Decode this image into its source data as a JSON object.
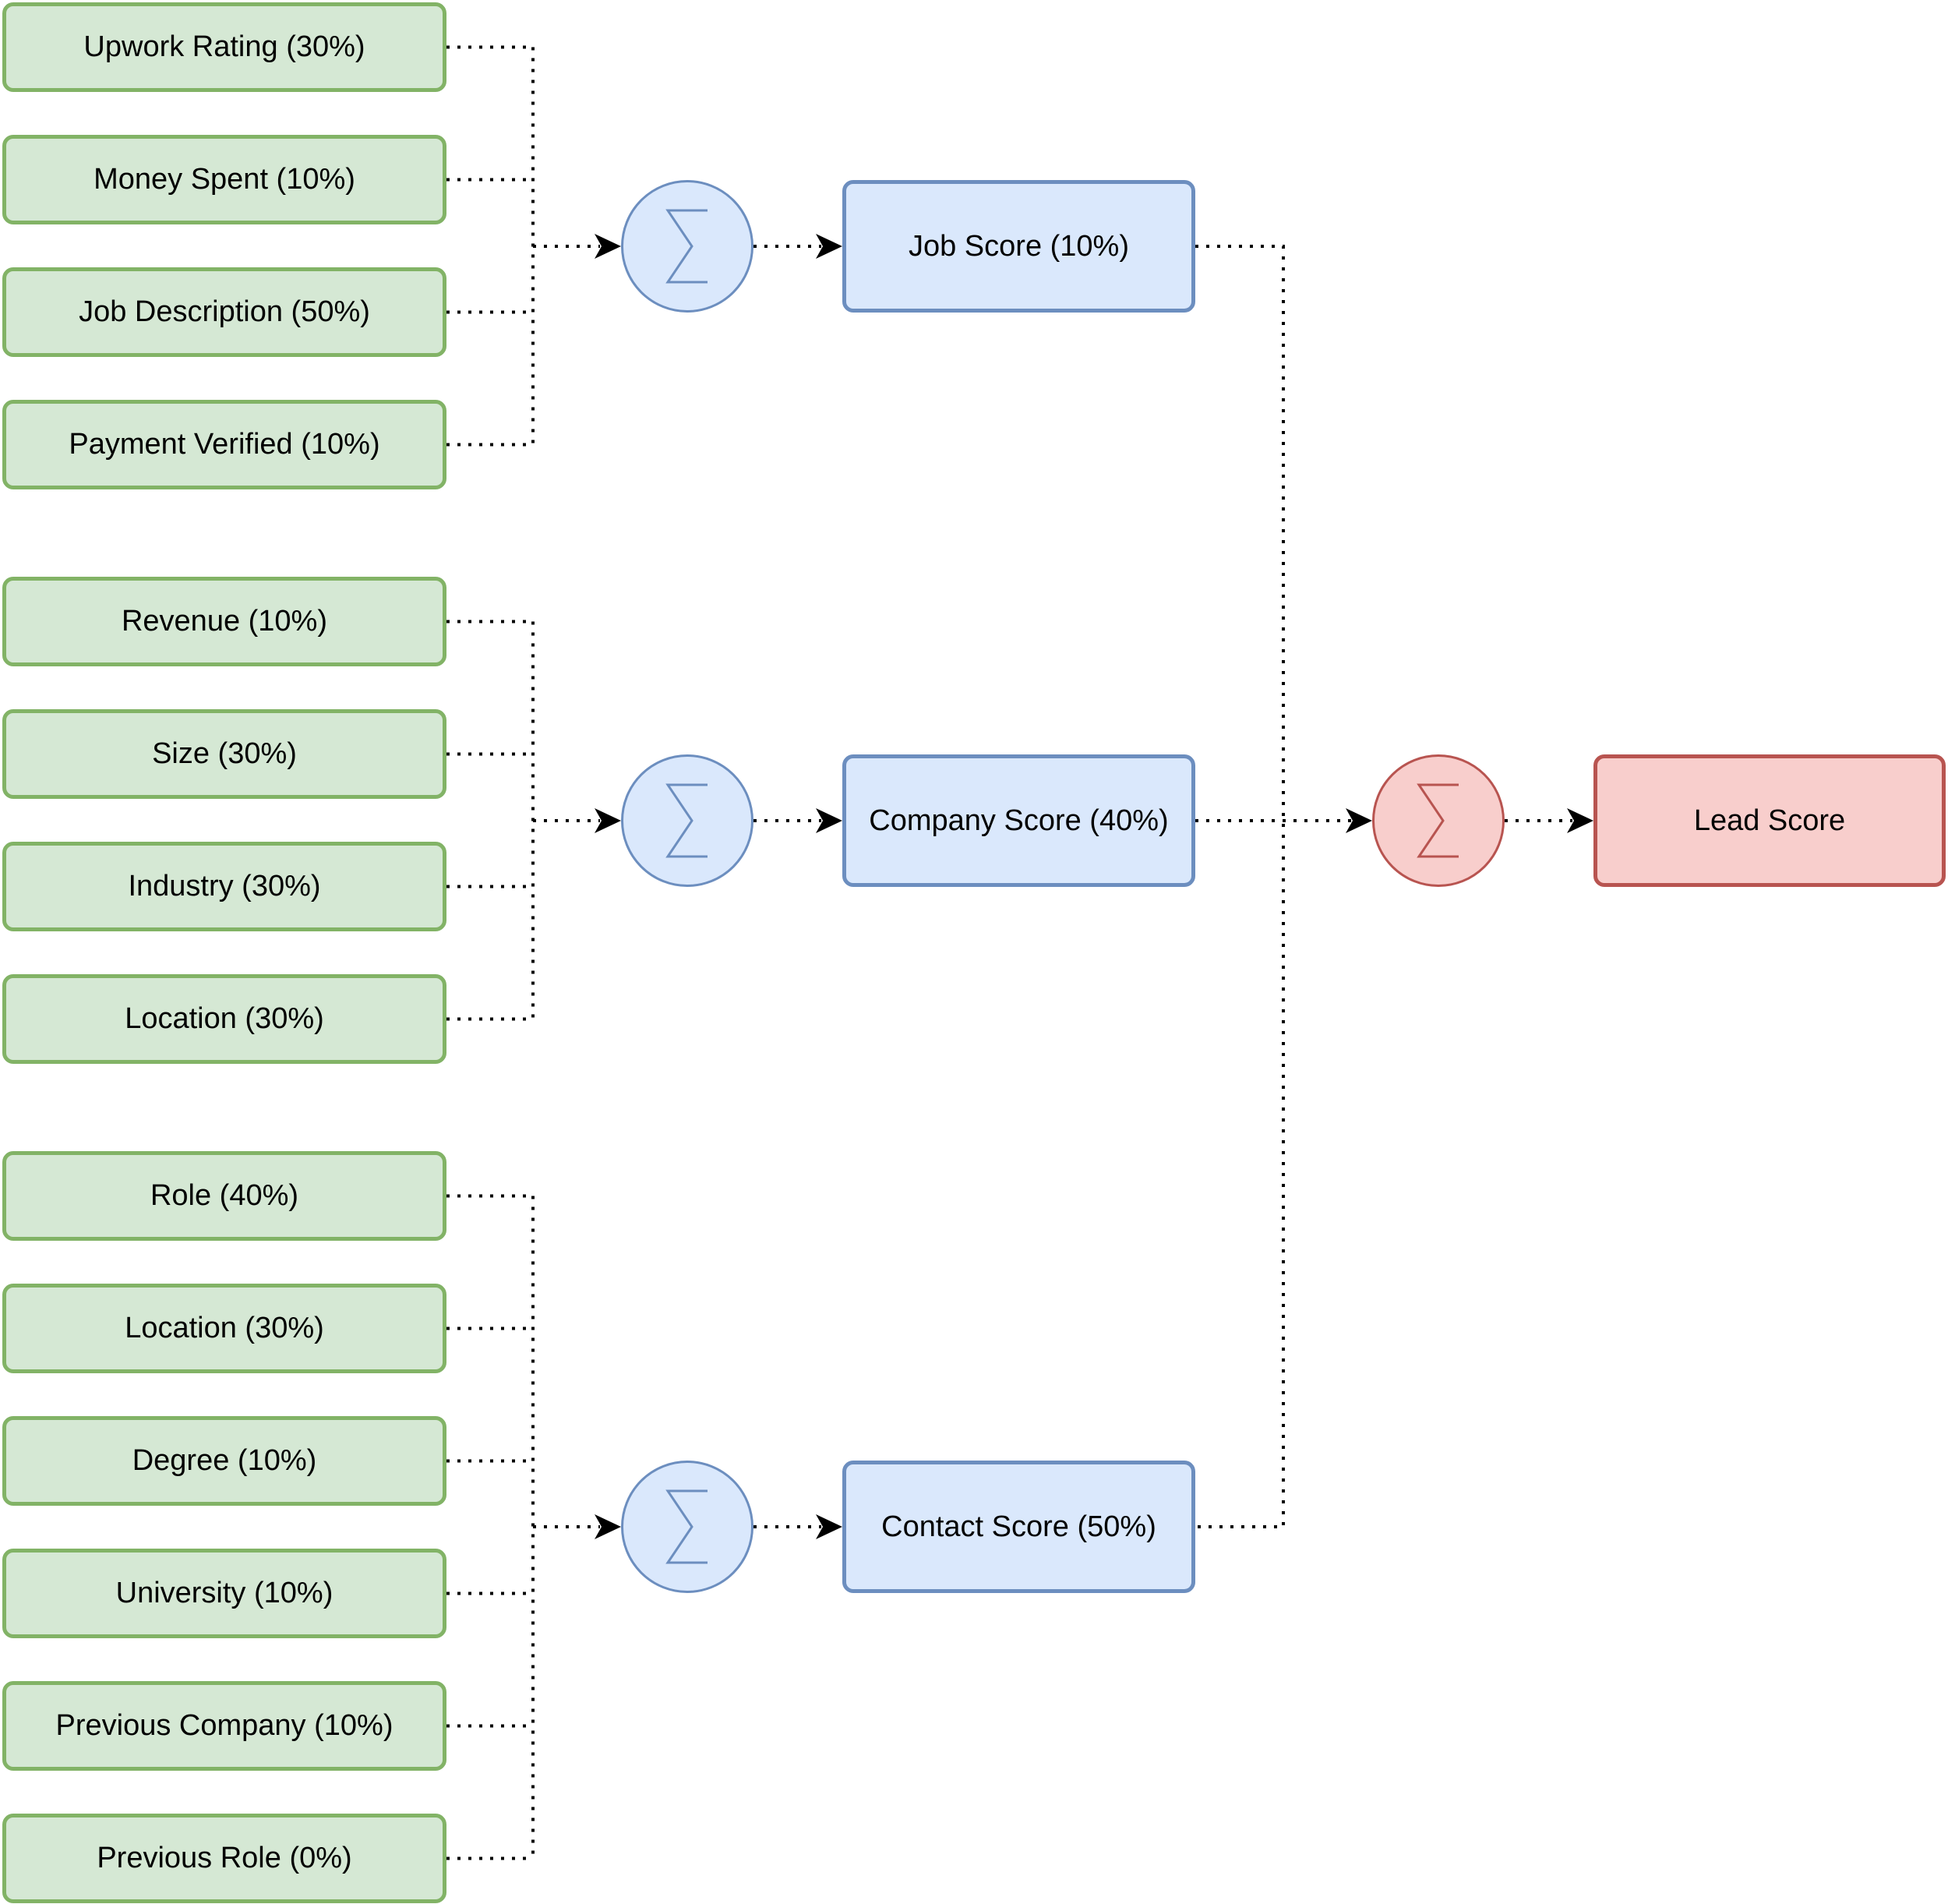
{
  "colors": {
    "factor_fill": "#d5e8d4",
    "factor_border": "#82b366",
    "score_fill": "#dae8fc",
    "score_border": "#6c8ebf",
    "final_fill": "#f8cecc",
    "final_border": "#b85450"
  },
  "icons": {
    "sum": "sigma-icon",
    "arrow": "arrowhead-icon"
  },
  "job": {
    "factors": [
      "Upwork Rating (30%)",
      "Money Spent (10%)",
      "Job Description (50%)",
      "Payment Verified (10%)"
    ],
    "score": "Job Score (10%)"
  },
  "company": {
    "factors": [
      "Revenue (10%)",
      "Size (30%)",
      "Industry (30%)",
      "Location (30%)"
    ],
    "score": "Company Score (40%)"
  },
  "contact": {
    "factors": [
      "Role (40%)",
      "Location (30%)",
      "Degree (10%)",
      "University (10%)",
      "Previous Company (10%)",
      "Previous Role (0%)"
    ],
    "score": "Contact Score (50%)"
  },
  "lead": {
    "score": "Lead Score"
  }
}
